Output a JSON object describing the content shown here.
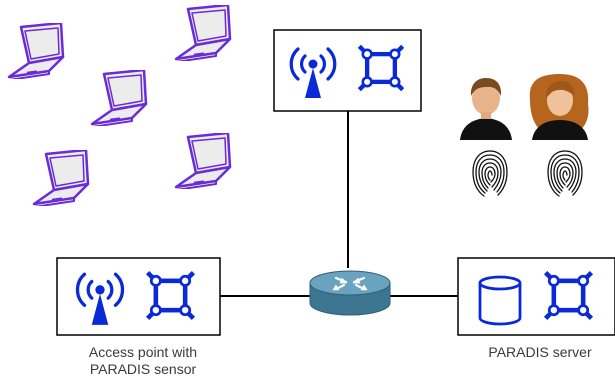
{
  "labels": {
    "access_point_line1": "Access point with",
    "access_point_line2": "PARADIS sensor",
    "server": "PARADIS server"
  },
  "colors": {
    "laptop": "#6a2bd8",
    "laptop_screen": "#ececec",
    "sensor_blue": "#0a2ad8",
    "router": "#4f89a5",
    "box_stroke": "#000000",
    "line": "#000000"
  },
  "icons": {
    "laptops": "laptop-icon",
    "wireless": "wifi-antenna-icon",
    "network": "network-mesh-icon",
    "router": "router-icon",
    "database": "database-icon",
    "users": [
      "male-user-icon",
      "female-user-icon"
    ],
    "fingerprints": "fingerprint-icon"
  }
}
